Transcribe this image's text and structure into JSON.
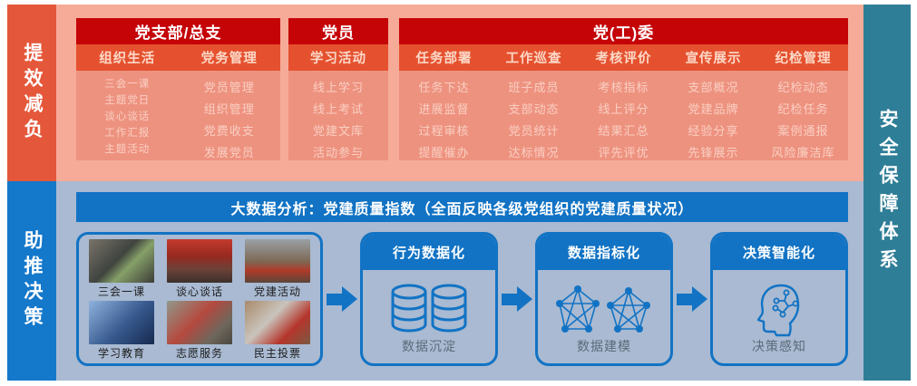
{
  "colors": {
    "accent_blue": "#1273c4",
    "sidebar_orange": "#e5573a",
    "sidebar_blue": "#1478cb",
    "sidebar_teal": "#2f7e97",
    "header_red": "#c50408",
    "subheader_red": "#e5512f",
    "items_salmon": "#ee9280",
    "top_bg": "#f5ab98",
    "bottom_bg": "#a9bad2"
  },
  "left_sidebar": {
    "top_label": "提效减负",
    "bottom_label": "助推决策"
  },
  "right_sidebar": {
    "label": "安全保障体系"
  },
  "top_section": {
    "groups": [
      {
        "title": "党支部/总支",
        "columns": [
          {
            "header": "组织生活",
            "items": [
              "三会一课",
              "主题党日",
              "谈心谈话",
              "工作汇报",
              "主题活动"
            ]
          },
          {
            "header": "党务管理",
            "items": [
              "党员管理",
              "组织管理",
              "党费收支",
              "发展党员"
            ]
          }
        ]
      },
      {
        "title": "党员",
        "columns": [
          {
            "header": "学习活动",
            "items": [
              "线上学习",
              "线上考试",
              "党建文库",
              "活动参与"
            ]
          }
        ]
      },
      {
        "title": "党(工)委",
        "columns": [
          {
            "header": "任务部署",
            "items": [
              "任务下达",
              "进展监督",
              "过程审核",
              "提醒催办"
            ]
          },
          {
            "header": "工作巡查",
            "items": [
              "班子成员",
              "支部动态",
              "党员统计",
              "达标情况"
            ]
          },
          {
            "header": "考核评价",
            "items": [
              "考核指标",
              "线上评分",
              "结果汇总",
              "评先评优"
            ]
          },
          {
            "header": "宣传展示",
            "items": [
              "支部概况",
              "党建品牌",
              "经验分享",
              "先锋展示"
            ]
          },
          {
            "header": "纪检管理",
            "items": [
              "纪检动态",
              "纪检任务",
              "案例通报",
              "风险廉洁库"
            ]
          }
        ]
      }
    ]
  },
  "bottom_section": {
    "banner": "大数据分析：党建质量指数（全面反映各级党组织的党建质量状况）",
    "photos": [
      {
        "label": "三会一课"
      },
      {
        "label": "谈心谈话"
      },
      {
        "label": "党建活动"
      },
      {
        "label": "学习教育"
      },
      {
        "label": "志愿服务"
      },
      {
        "label": "民主投票"
      }
    ],
    "stages": [
      {
        "title": "行为数据化",
        "caption": "数据沉淀",
        "icon": "database-icon"
      },
      {
        "title": "数据指标化",
        "caption": "数据建模",
        "icon": "network-icon"
      },
      {
        "title": "决策智能化",
        "caption": "决策感知",
        "icon": "ai-head-icon"
      }
    ]
  }
}
